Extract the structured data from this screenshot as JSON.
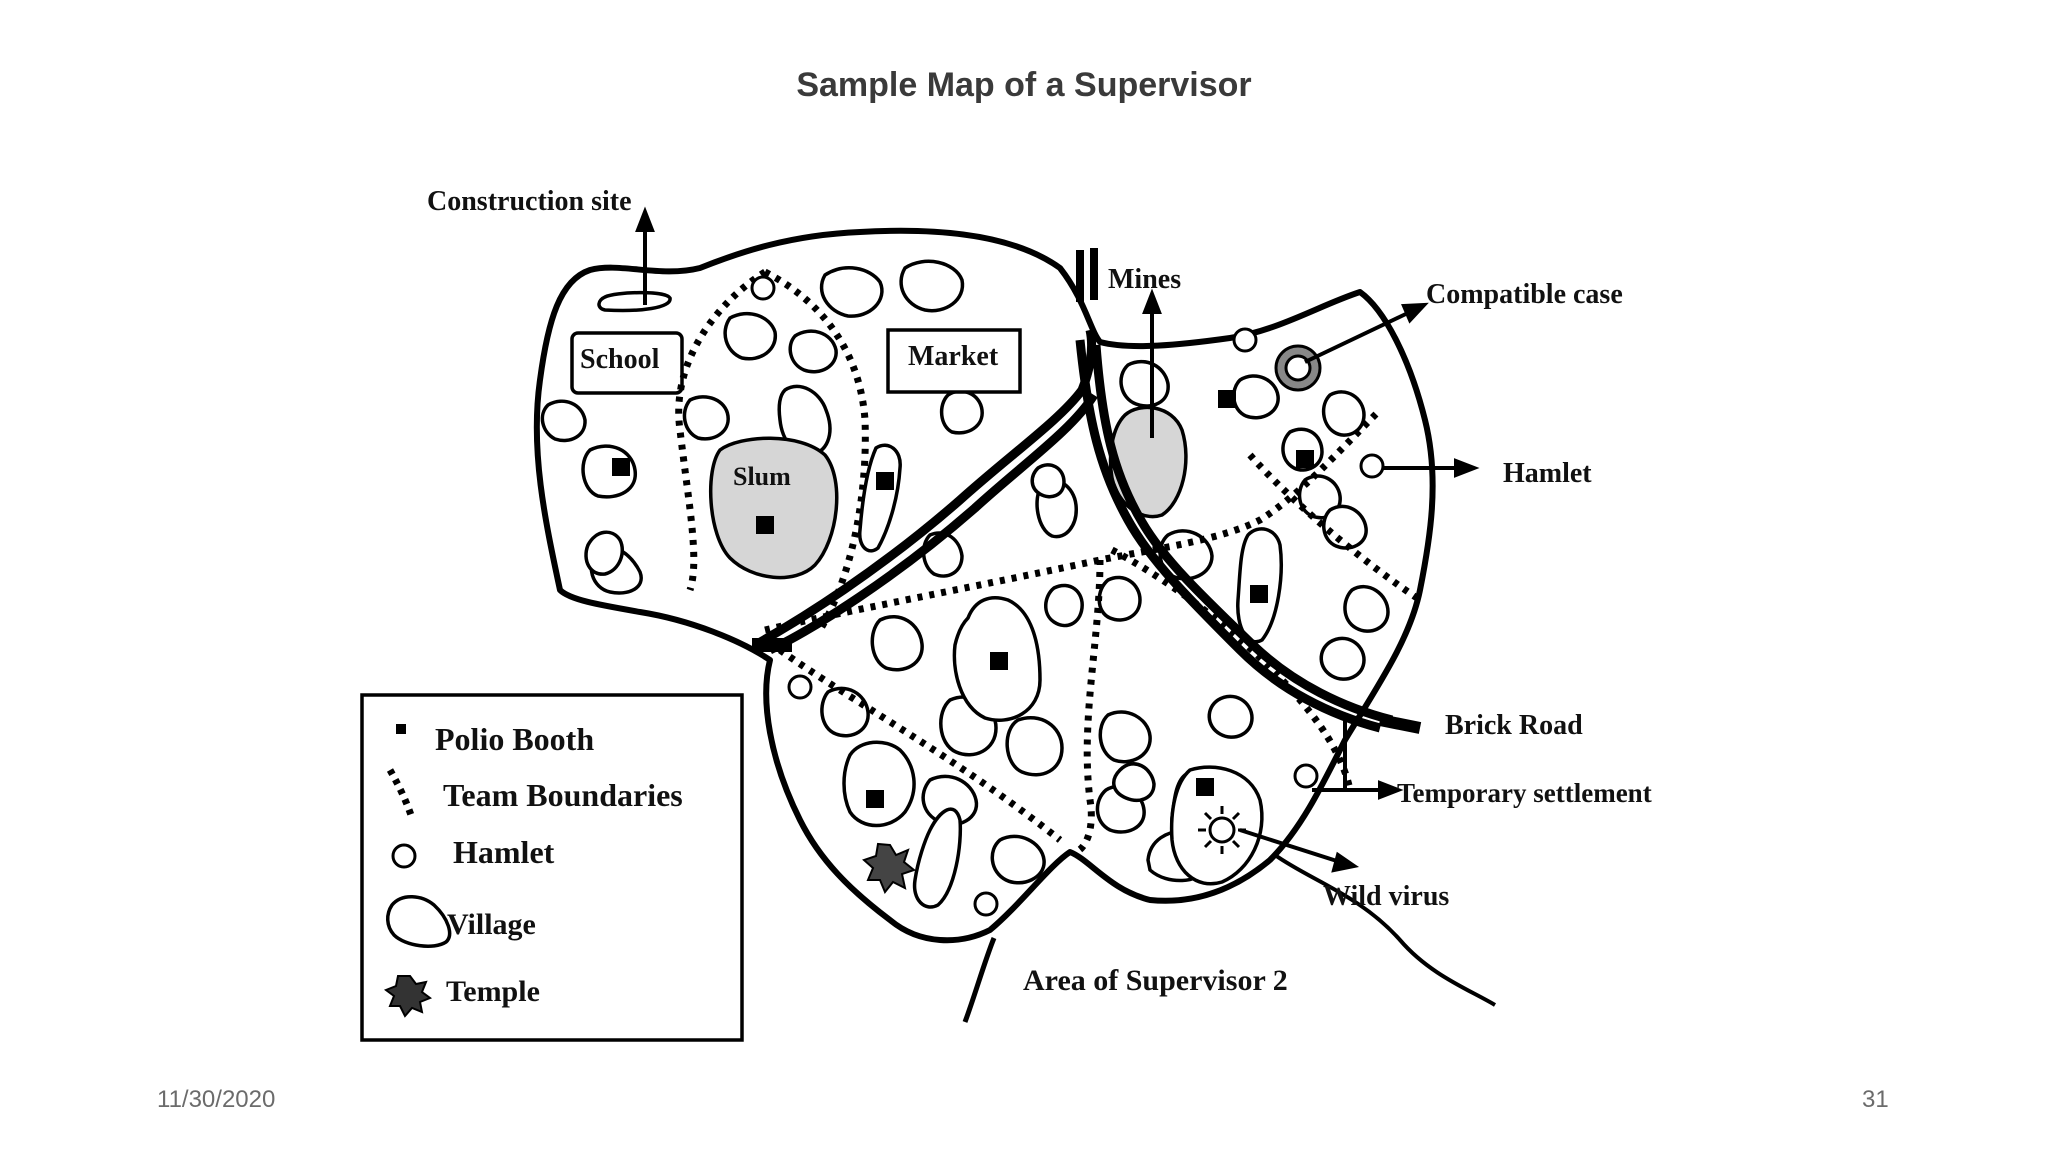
{
  "slide": {
    "title": "Sample Map of a Supervisor",
    "date": "11/30/2020",
    "page_number": "31"
  },
  "map": {
    "labels": {
      "construction_site": "Construction site",
      "school": "School",
      "market": "Market",
      "slum": "Slum",
      "mines": "Mines",
      "compatible_case": "Compatible case",
      "hamlet": "Hamlet",
      "brick_road": "Brick Road",
      "temporary_settlement": "Temporary settlement",
      "wild_virus": "Wild virus",
      "area_of_supervisor_2": "Area of Supervisor 2"
    },
    "legend": {
      "items": [
        {
          "icon": "polio-booth-icon",
          "label": "Polio Booth"
        },
        {
          "icon": "team-boundaries-icon",
          "label": "Team Boundaries"
        },
        {
          "icon": "hamlet-icon",
          "label": "Hamlet"
        },
        {
          "icon": "village-icon",
          "label": "Village"
        },
        {
          "icon": "temple-icon",
          "label": "Temple"
        }
      ]
    }
  }
}
